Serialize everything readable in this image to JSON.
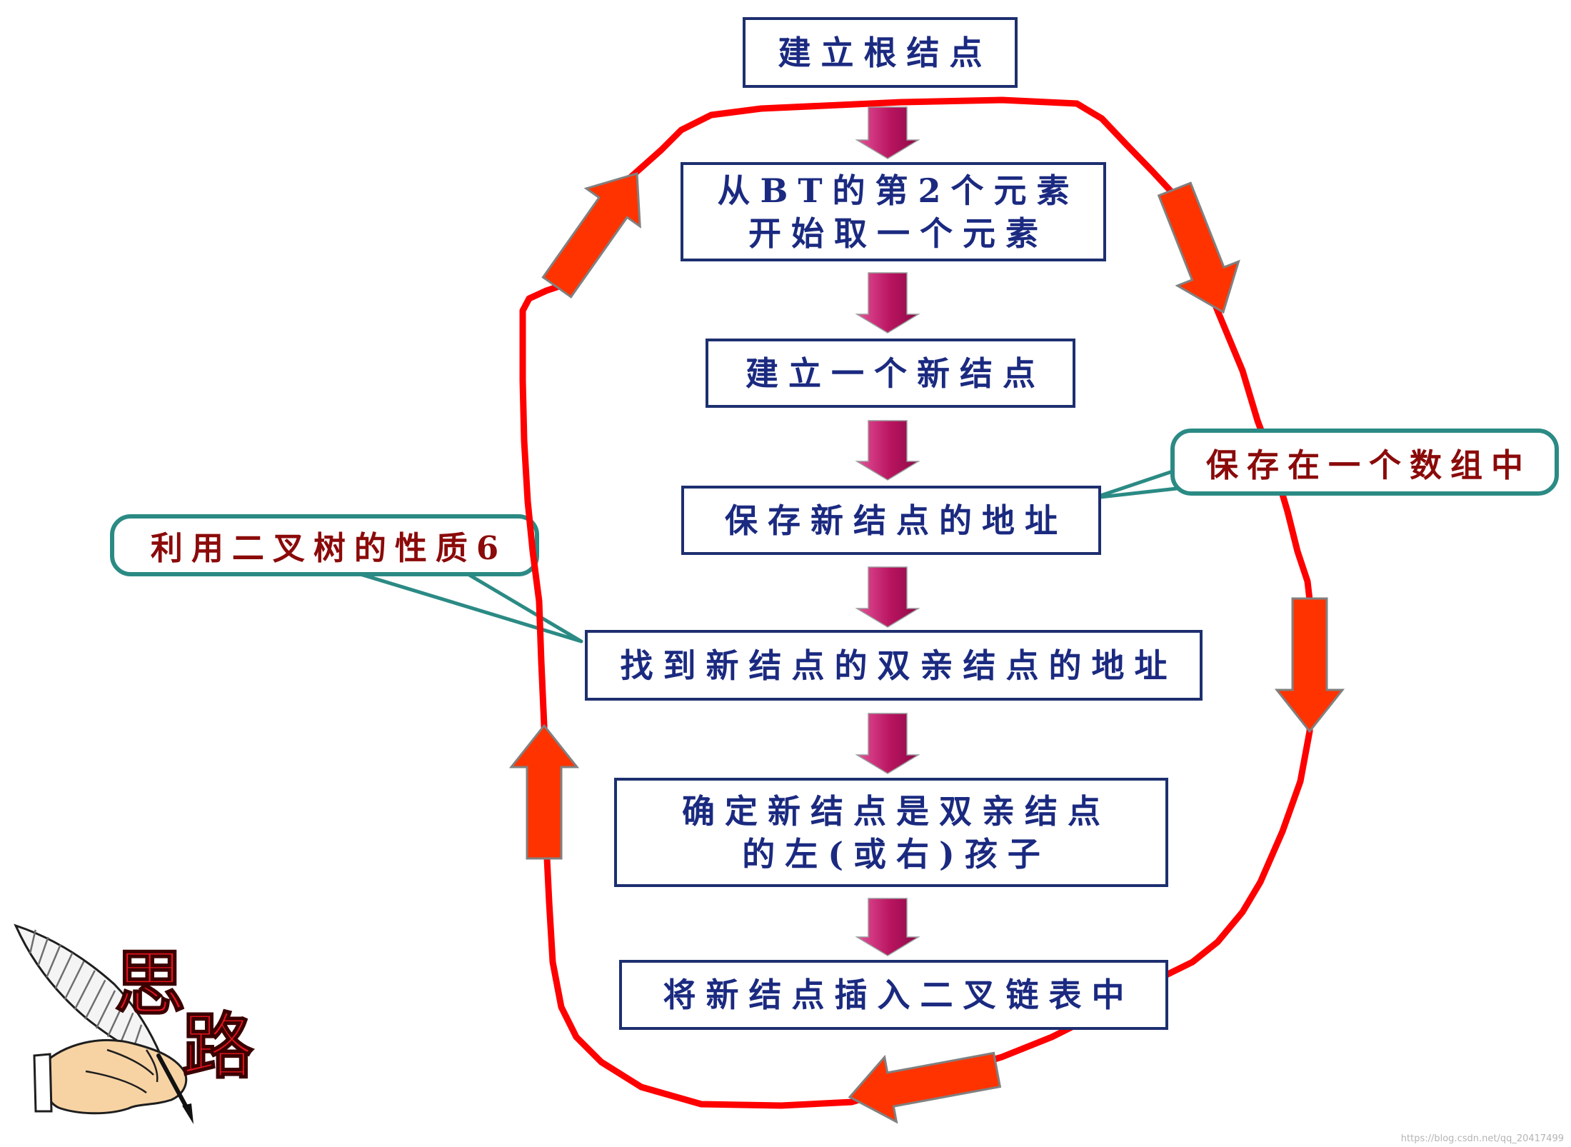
{
  "flow": {
    "steps": [
      {
        "lines": [
          "建立根结点"
        ]
      },
      {
        "lines": [
          "从BT的第2个元素",
          "开始取一个元素"
        ]
      },
      {
        "lines": [
          "建立一个新结点"
        ]
      },
      {
        "lines": [
          "保存新结点的地址"
        ]
      },
      {
        "lines": [
          "找到新结点的双亲结点的地址"
        ]
      },
      {
        "lines": [
          "确定新结点是双亲结点",
          "的左(或右)孩子"
        ]
      },
      {
        "lines": [
          "将新结点插入二叉链表中"
        ]
      }
    ]
  },
  "callouts": {
    "array_note": "保存在一个数组中",
    "property_note": "利用二叉树的性质6"
  },
  "title": {
    "char1": "思",
    "char2": "路"
  },
  "watermark": "https://blog.csdn.net/qq_20417499",
  "icons": {
    "pen": "quill-pen-icon",
    "hand": "hand-icon"
  },
  "colors": {
    "box_text": "#1b2a80",
    "box_border": "#1d2f6f",
    "callout_border": "#2b8a84",
    "callout_text": "#8b0a0a",
    "loop_line": "#ff0000",
    "loop_arrow": "#ff3300",
    "step_arrow_light": "#e5539b",
    "step_arrow_dark": "#8e0a48",
    "title_text": "#e8141e"
  }
}
